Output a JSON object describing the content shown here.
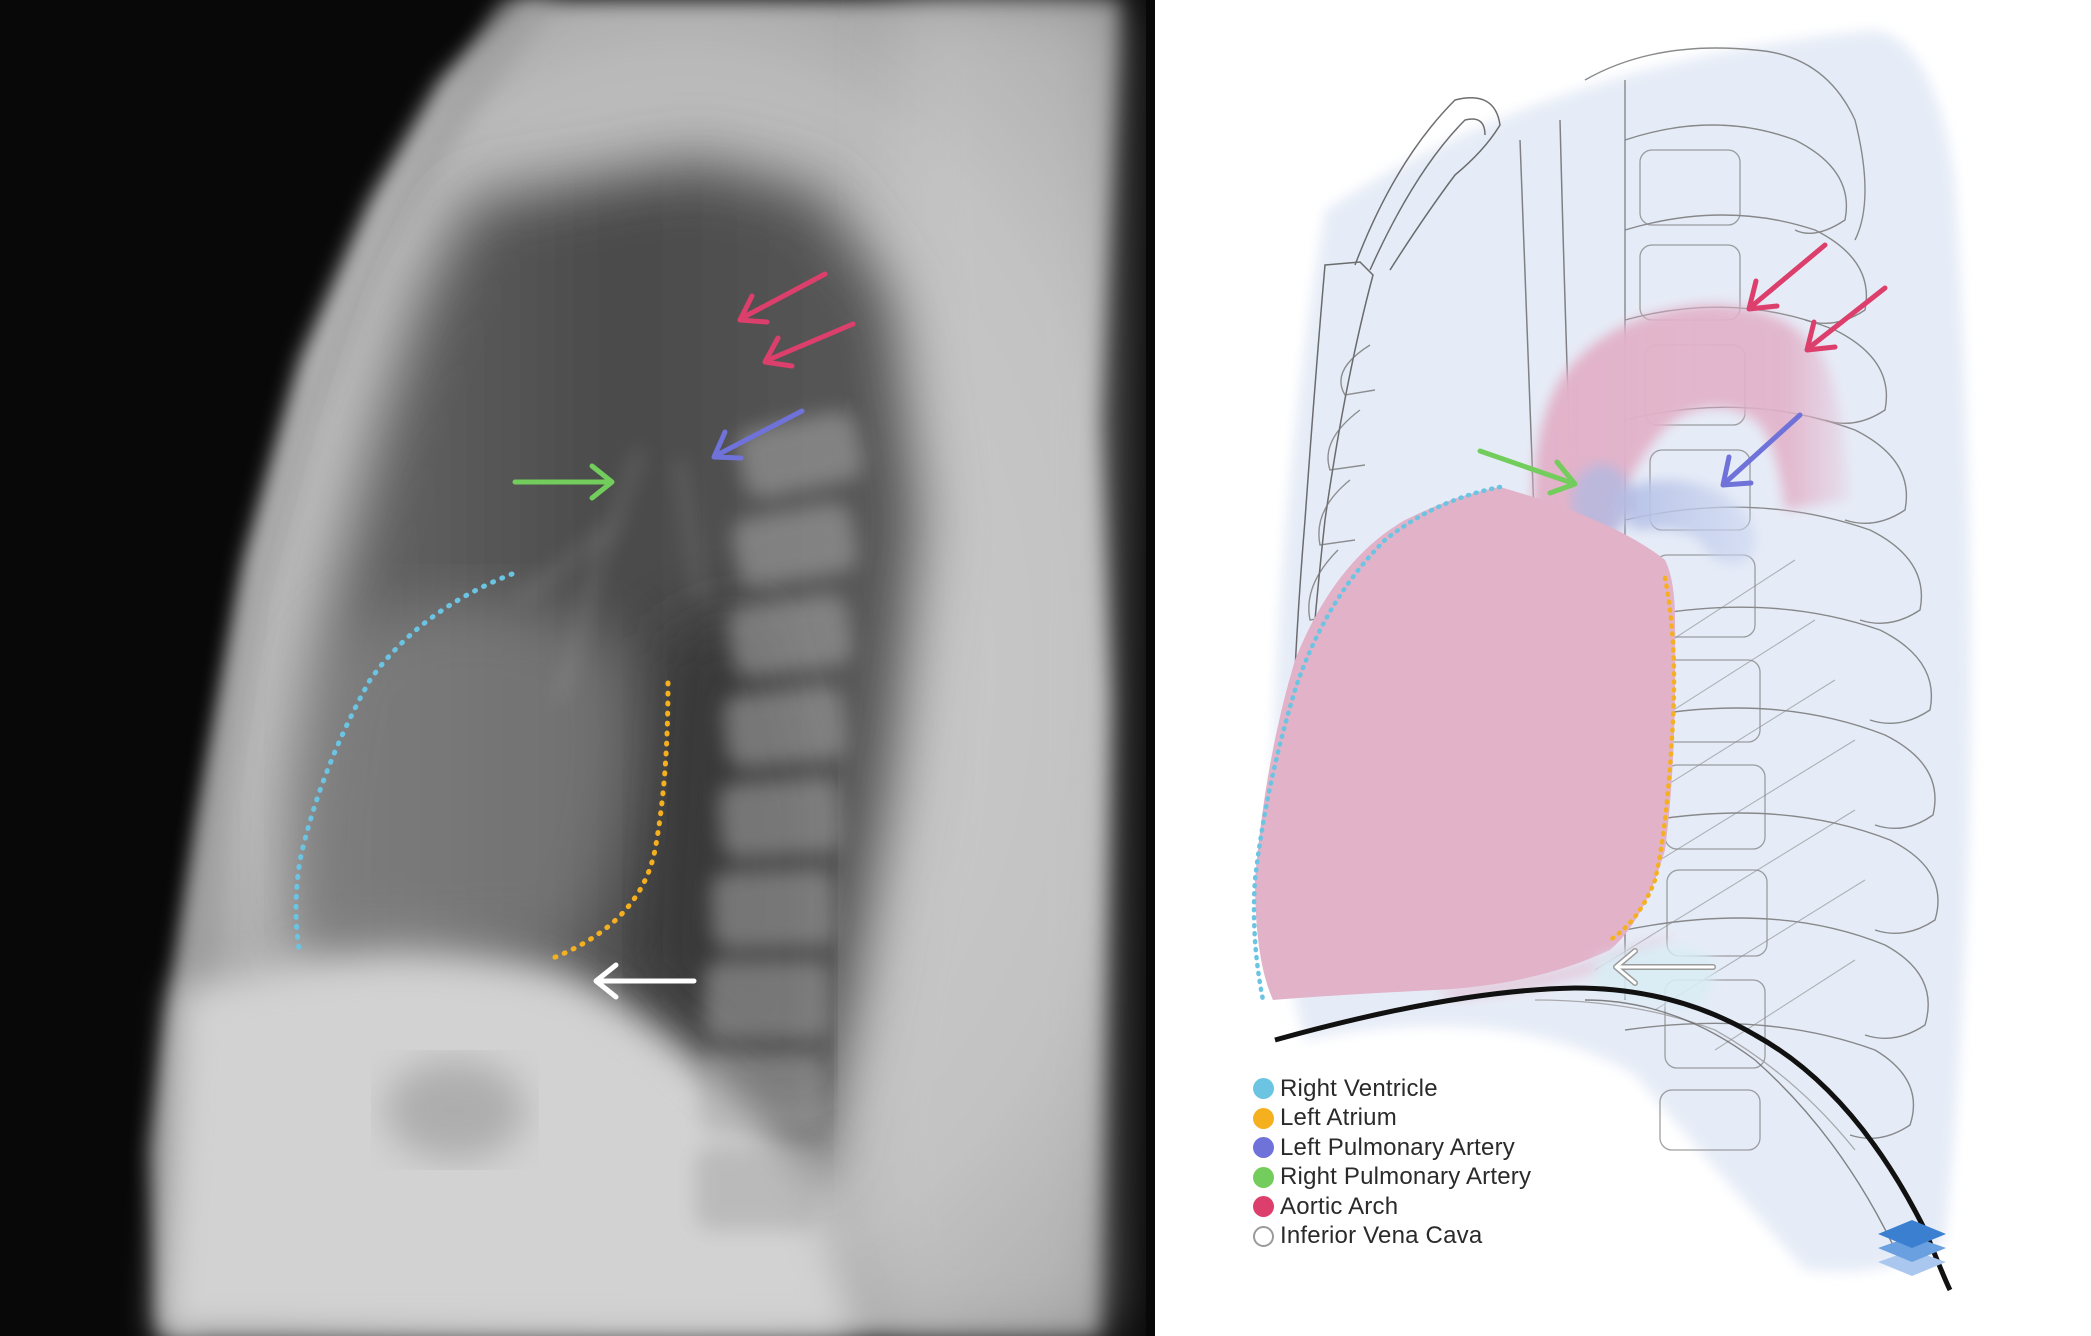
{
  "legend": {
    "items": [
      {
        "label": "Right Ventricle",
        "color": "#6cc4e3",
        "filled": true
      },
      {
        "label": "Left Atrium",
        "color": "#f5b020",
        "filled": true
      },
      {
        "label": "Left Pulmonary Artery",
        "color": "#6f72d8",
        "filled": true
      },
      {
        "label": "Right Pulmonary Artery",
        "color": "#72cd5c",
        "filled": true
      },
      {
        "label": "Aortic Arch",
        "color": "#dd3f6d",
        "filled": true
      },
      {
        "label": "Inferior Vena Cava",
        "color": "#9a9a9a",
        "filled": false
      }
    ]
  },
  "colors": {
    "aortic_arch": "#dd3f6d",
    "left_pulmonary_artery": "#6f72d8",
    "right_pulmonary_artery": "#72cd5c",
    "right_ventricle": "#6cc4e3",
    "left_atrium": "#f5b020",
    "inferior_vena_cava": "#ffffff",
    "heart_fill": "#e2b2c9",
    "lung_fill": "#e6ecf7",
    "logo": "#3b7fd1"
  },
  "icons": {
    "logo": "layers-icon"
  }
}
